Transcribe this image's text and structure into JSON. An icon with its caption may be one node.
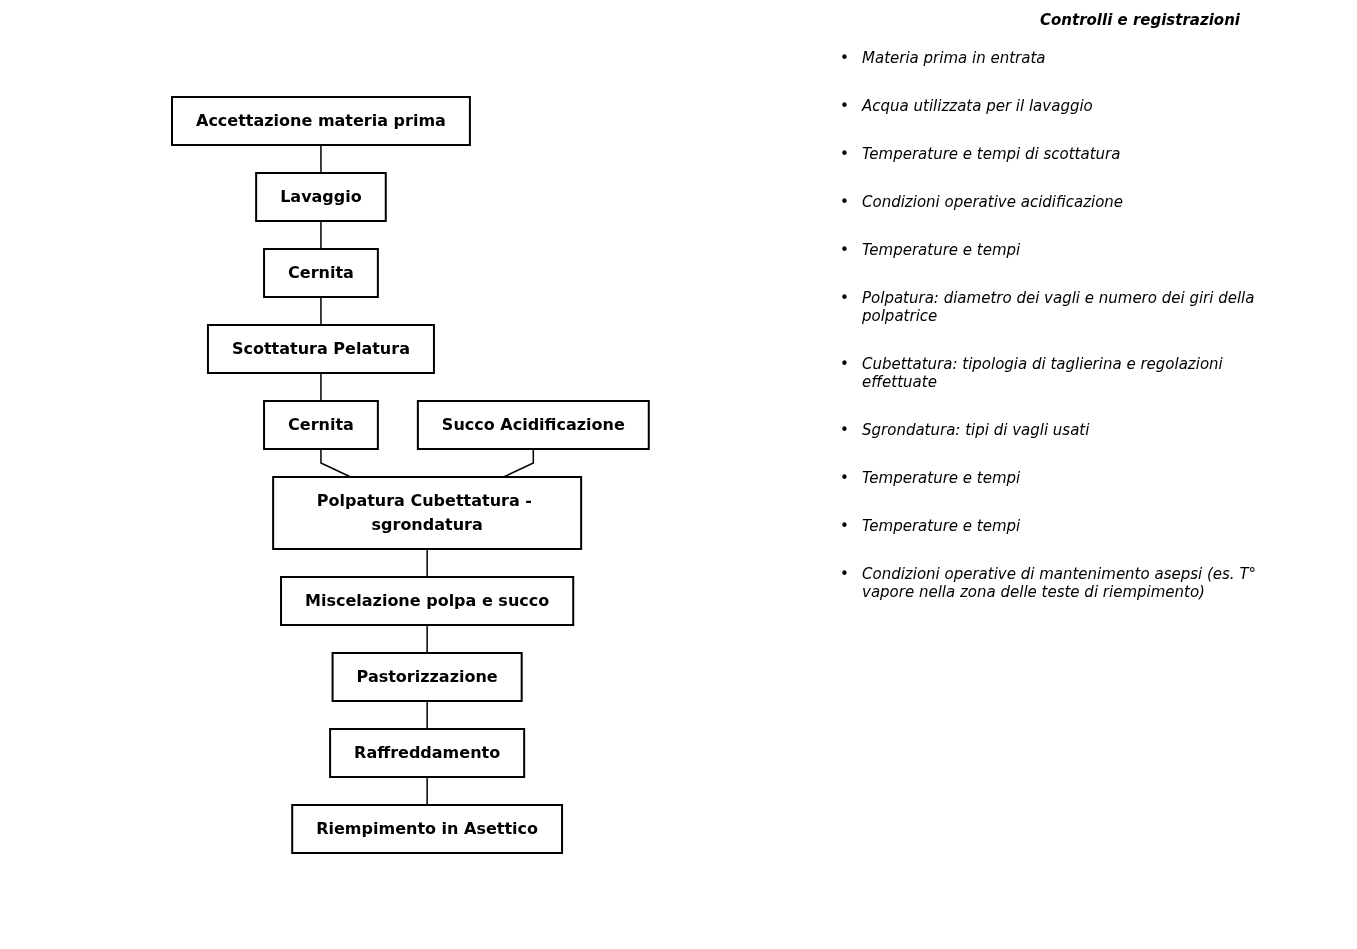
{
  "diagram": {
    "nodes": [
      {
        "text": [
          "Accettazione materia prima"
        ]
      },
      {
        "text": [
          "Lavaggio"
        ]
      },
      {
        "text": [
          "Cernita"
        ]
      },
      {
        "text": [
          "Scottatura Pelatura"
        ]
      },
      {
        "text": [
          "Succo Acidificazione"
        ]
      },
      {
        "text": [
          "Cernita"
        ]
      },
      {
        "text": [
          "Polpatura Cubettatura - sgrondatura"
        ]
      },
      {
        "text": [
          "Miscelazione polpa e succo"
        ]
      },
      {
        "text": [
          "Pastorizzazione"
        ]
      },
      {
        "text": [
          "Raffreddamento"
        ]
      },
      {
        "text": [
          "Riempimento in Asettico"
        ]
      }
    ],
    "edges": [
      {
        "from": 0,
        "to": 1,
        "arrow": "none"
      },
      {
        "from": 1,
        "to": 2,
        "arrow": "none"
      },
      {
        "from": 2,
        "to": 3,
        "arrow": "none"
      },
      {
        "from": 3,
        "to": 5,
        "arrow": "none"
      },
      {
        "from": 5,
        "to": 6,
        "arrow": "none"
      },
      {
        "from": 4,
        "to": 6,
        "arrow": "none"
      },
      {
        "from": 6,
        "to": 7,
        "arrow": "none"
      },
      {
        "from": 7,
        "to": 8,
        "arrow": "none"
      },
      {
        "from": 8,
        "to": 9,
        "arrow": "none"
      },
      {
        "from": 9,
        "to": 10,
        "arrow": "none"
      }
    ],
    "labels": [
      "Controlli e registrazioni",
      "•",
      "Materia prima in entrata",
      "•",
      "Acqua utilizzata per il lavaggio",
      "•",
      "Temperature e tempi di scottatura",
      "•",
      "Condizioni operative acidificazione",
      "•",
      "Temperature e tempi",
      "•",
      "Polpatura: diametro dei vagli e numero dei giri della polpatrice",
      "•",
      "Cubettatura: tipologia di taglierina e regolazioni effettuate",
      "•",
      "Sgrondatura: tipi di vagli usati",
      "•",
      "Temperature e tempi",
      "•",
      "Temperature e tempi",
      "•",
      "Condizioni operative di mantenimento asepsi (es. T° vapore nella zona delle teste di riempimento)"
    ]
  }
}
